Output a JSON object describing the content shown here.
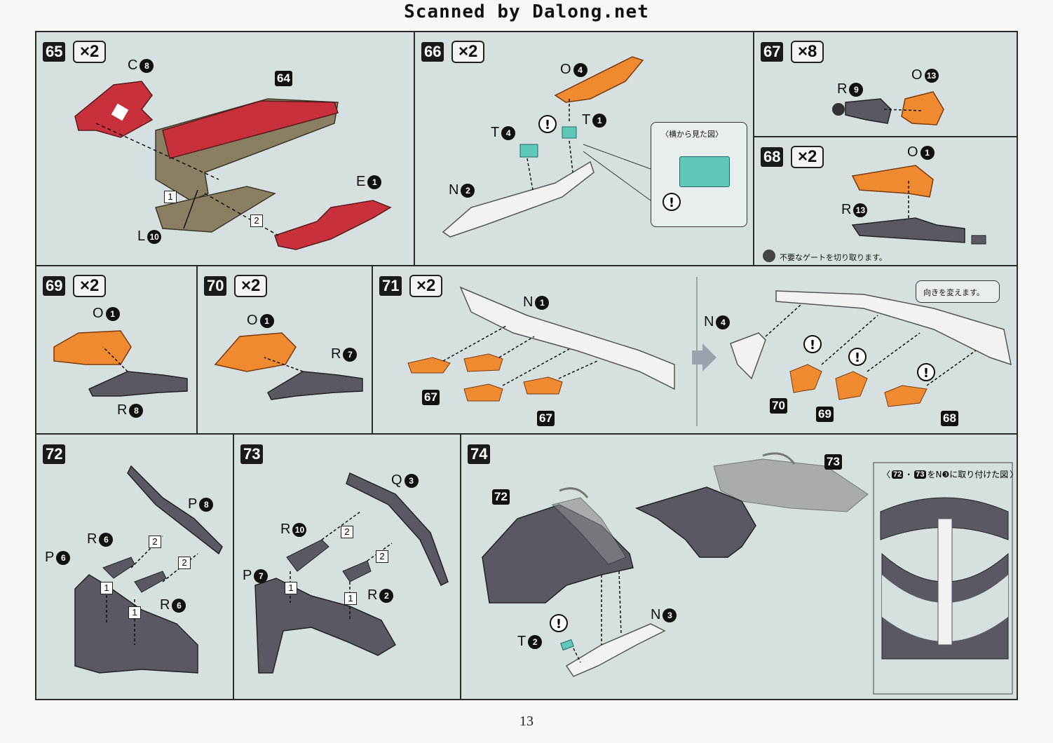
{
  "header": {
    "text": "Scanned by Dalong.net"
  },
  "page_number": "13",
  "colors": {
    "red": "#c8313b",
    "orange": "#f08a30",
    "gray": "#5a5862",
    "teal": "#5fc8b8",
    "khaki": "#8a7f62",
    "white_part": "#f2f2f2"
  },
  "steps": [
    {
      "num": "65",
      "mult": "×2",
      "labels": {
        "c": "C",
        "c_num": "8",
        "ref": "64",
        "e": "E",
        "e_num": "1",
        "l": "L",
        "l_num": "10",
        "order1": "1",
        "order2": "2"
      }
    },
    {
      "num": "66",
      "mult": "×2",
      "labels": {
        "o": "O",
        "o_num": "4",
        "t1": "T",
        "t1_num": "4",
        "t2": "T",
        "t2_num": "1",
        "n": "N",
        "n_num": "2",
        "side_view": "〈横から見た図〉"
      }
    },
    {
      "num": "67",
      "mult": "×8",
      "labels": {
        "r": "R",
        "r_num": "9",
        "o": "O",
        "o_num": "13"
      }
    },
    {
      "num": "68",
      "mult": "×2",
      "labels": {
        "o": "O",
        "o_num": "1",
        "r": "R",
        "r_num": "13",
        "note": "不要なゲートを切り取ります。"
      }
    },
    {
      "num": "69",
      "mult": "×2",
      "labels": {
        "o": "O",
        "o_num": "1",
        "r": "R",
        "r_num": "8"
      }
    },
    {
      "num": "70",
      "mult": "×2",
      "labels": {
        "o": "O",
        "o_num": "1",
        "r": "R",
        "r_num": "7"
      }
    },
    {
      "num": "71",
      "mult": "×2",
      "labels": {
        "n1": "N",
        "n1_num": "1",
        "n4": "N",
        "n4_num": "4",
        "ref67a": "67",
        "ref67b": "67",
        "ref70": "70",
        "ref69": "69",
        "ref68": "68",
        "turn_note": "向きを変えます。"
      }
    },
    {
      "num": "72",
      "labels": {
        "p8": "P",
        "p8_num": "8",
        "r6a": "R",
        "r6a_num": "6",
        "p6": "P",
        "p6_num": "6",
        "r6b": "R",
        "r6b_num": "6",
        "o1": "1",
        "o2": "2"
      }
    },
    {
      "num": "73",
      "labels": {
        "q": "Q",
        "q_num": "3",
        "r10": "R",
        "r10_num": "10",
        "p7": "P",
        "p7_num": "7",
        "r2": "R",
        "r2_num": "2",
        "o1": "1",
        "o2": "2"
      }
    },
    {
      "num": "74",
      "labels": {
        "ref72": "72",
        "ref73": "73",
        "n": "N",
        "n_num": "3",
        "t": "T",
        "t_num": "2",
        "inset_a": "72",
        "inset_b": "73",
        "inset_text": "をN❸に取り付けた図"
      }
    }
  ]
}
